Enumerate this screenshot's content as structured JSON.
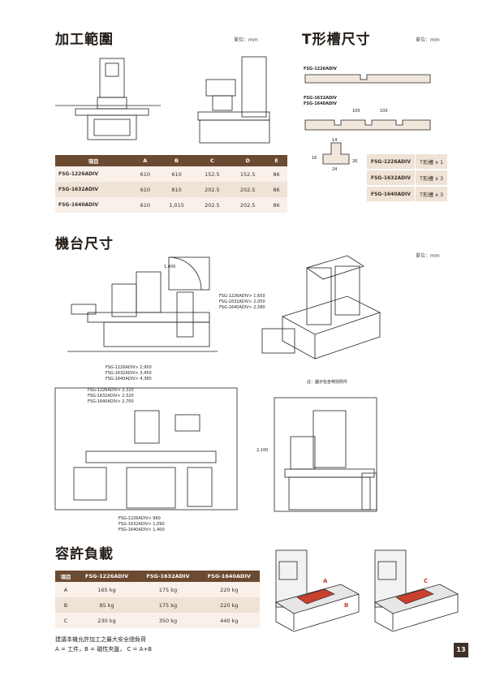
{
  "sections": {
    "work_range": {
      "title": "加工範圍",
      "unit": "單位：mm"
    },
    "tslot": {
      "title": "T形槽尺寸",
      "unit": "單位：mm"
    },
    "machine_dim": {
      "title": "機台尺寸",
      "unit": "單位：mm"
    },
    "load": {
      "title": "容許負載"
    }
  },
  "range_table": {
    "headers": [
      "項目",
      "A",
      "B",
      "C",
      "D",
      "E"
    ],
    "rows": [
      [
        "FSG-1226ADIV",
        "610",
        "610",
        "152.5",
        "152.5",
        "86"
      ],
      [
        "FSG-1632ADIV",
        "610",
        "810",
        "202.5",
        "202.5",
        "86"
      ],
      [
        "FSG-1640ADIV",
        "610",
        "1,015",
        "202.5",
        "202.5",
        "86"
      ]
    ]
  },
  "tslot": {
    "label_1226": "FSG-1226ADIV",
    "label_1632": "FSG-1632ADIV",
    "label_1640": "FSG-1640ADIV",
    "dim_100a": "100",
    "dim_100b": "100",
    "slot_dims": [
      "14",
      "24",
      "16",
      "26"
    ],
    "rows": [
      [
        "FSG-1226ADIV",
        "T形槽 x 1"
      ],
      [
        "FSG-1632ADIV",
        "T形槽 x 3"
      ],
      [
        "FSG-1640ADIV",
        "T形槽 x 3"
      ]
    ]
  },
  "machine": {
    "top_dim": "1,400",
    "side_dims": [
      "FSG-1226ADIV> 1,650",
      "FSG-1632ADIV> 2,050",
      "FSG-1640ADIV> 2,580"
    ],
    "front_dims": [
      "FSG-1226ADIV> 2,950",
      "FSG-1632ADIV> 3,450",
      "FSG-1640ADIV> 4,380"
    ],
    "top_view_dims": [
      "FSG-1226ADIV> 2,320",
      "FSG-1632ADIV> 2,520",
      "FSG-1640ADIV> 2,700"
    ],
    "bottom_dims": [
      "FSG-1226ADIV> 960",
      "FSG-1632ADIV> 1,090",
      "FSG-1640ADIV> 1,400"
    ],
    "height_dim": "2,100",
    "iso_caption": "註：圖示包含特別附件"
  },
  "load_table": {
    "headers": [
      "項目",
      "FSG-1226ADIV",
      "FSG-1632ADIV",
      "FSG-1640ADIV"
    ],
    "rows": [
      [
        "A",
        "165 kg",
        "175 kg",
        "220 kg"
      ],
      [
        "B",
        "85 kg",
        "175 kg",
        "220 kg"
      ],
      [
        "C",
        "230 kg",
        "350 kg",
        "440 kg"
      ]
    ],
    "note_line1": "建議本機允許加工之最大安全總負荷",
    "note_line2": "A = 工件，B = 磁性夾盤， C = A+B",
    "img_labels": [
      "A",
      "B",
      "C"
    ]
  },
  "page_number": "13",
  "colors": {
    "header_brown": "#6b4a32",
    "row_light": "#efe2d6",
    "part_red": "#c8402e"
  }
}
